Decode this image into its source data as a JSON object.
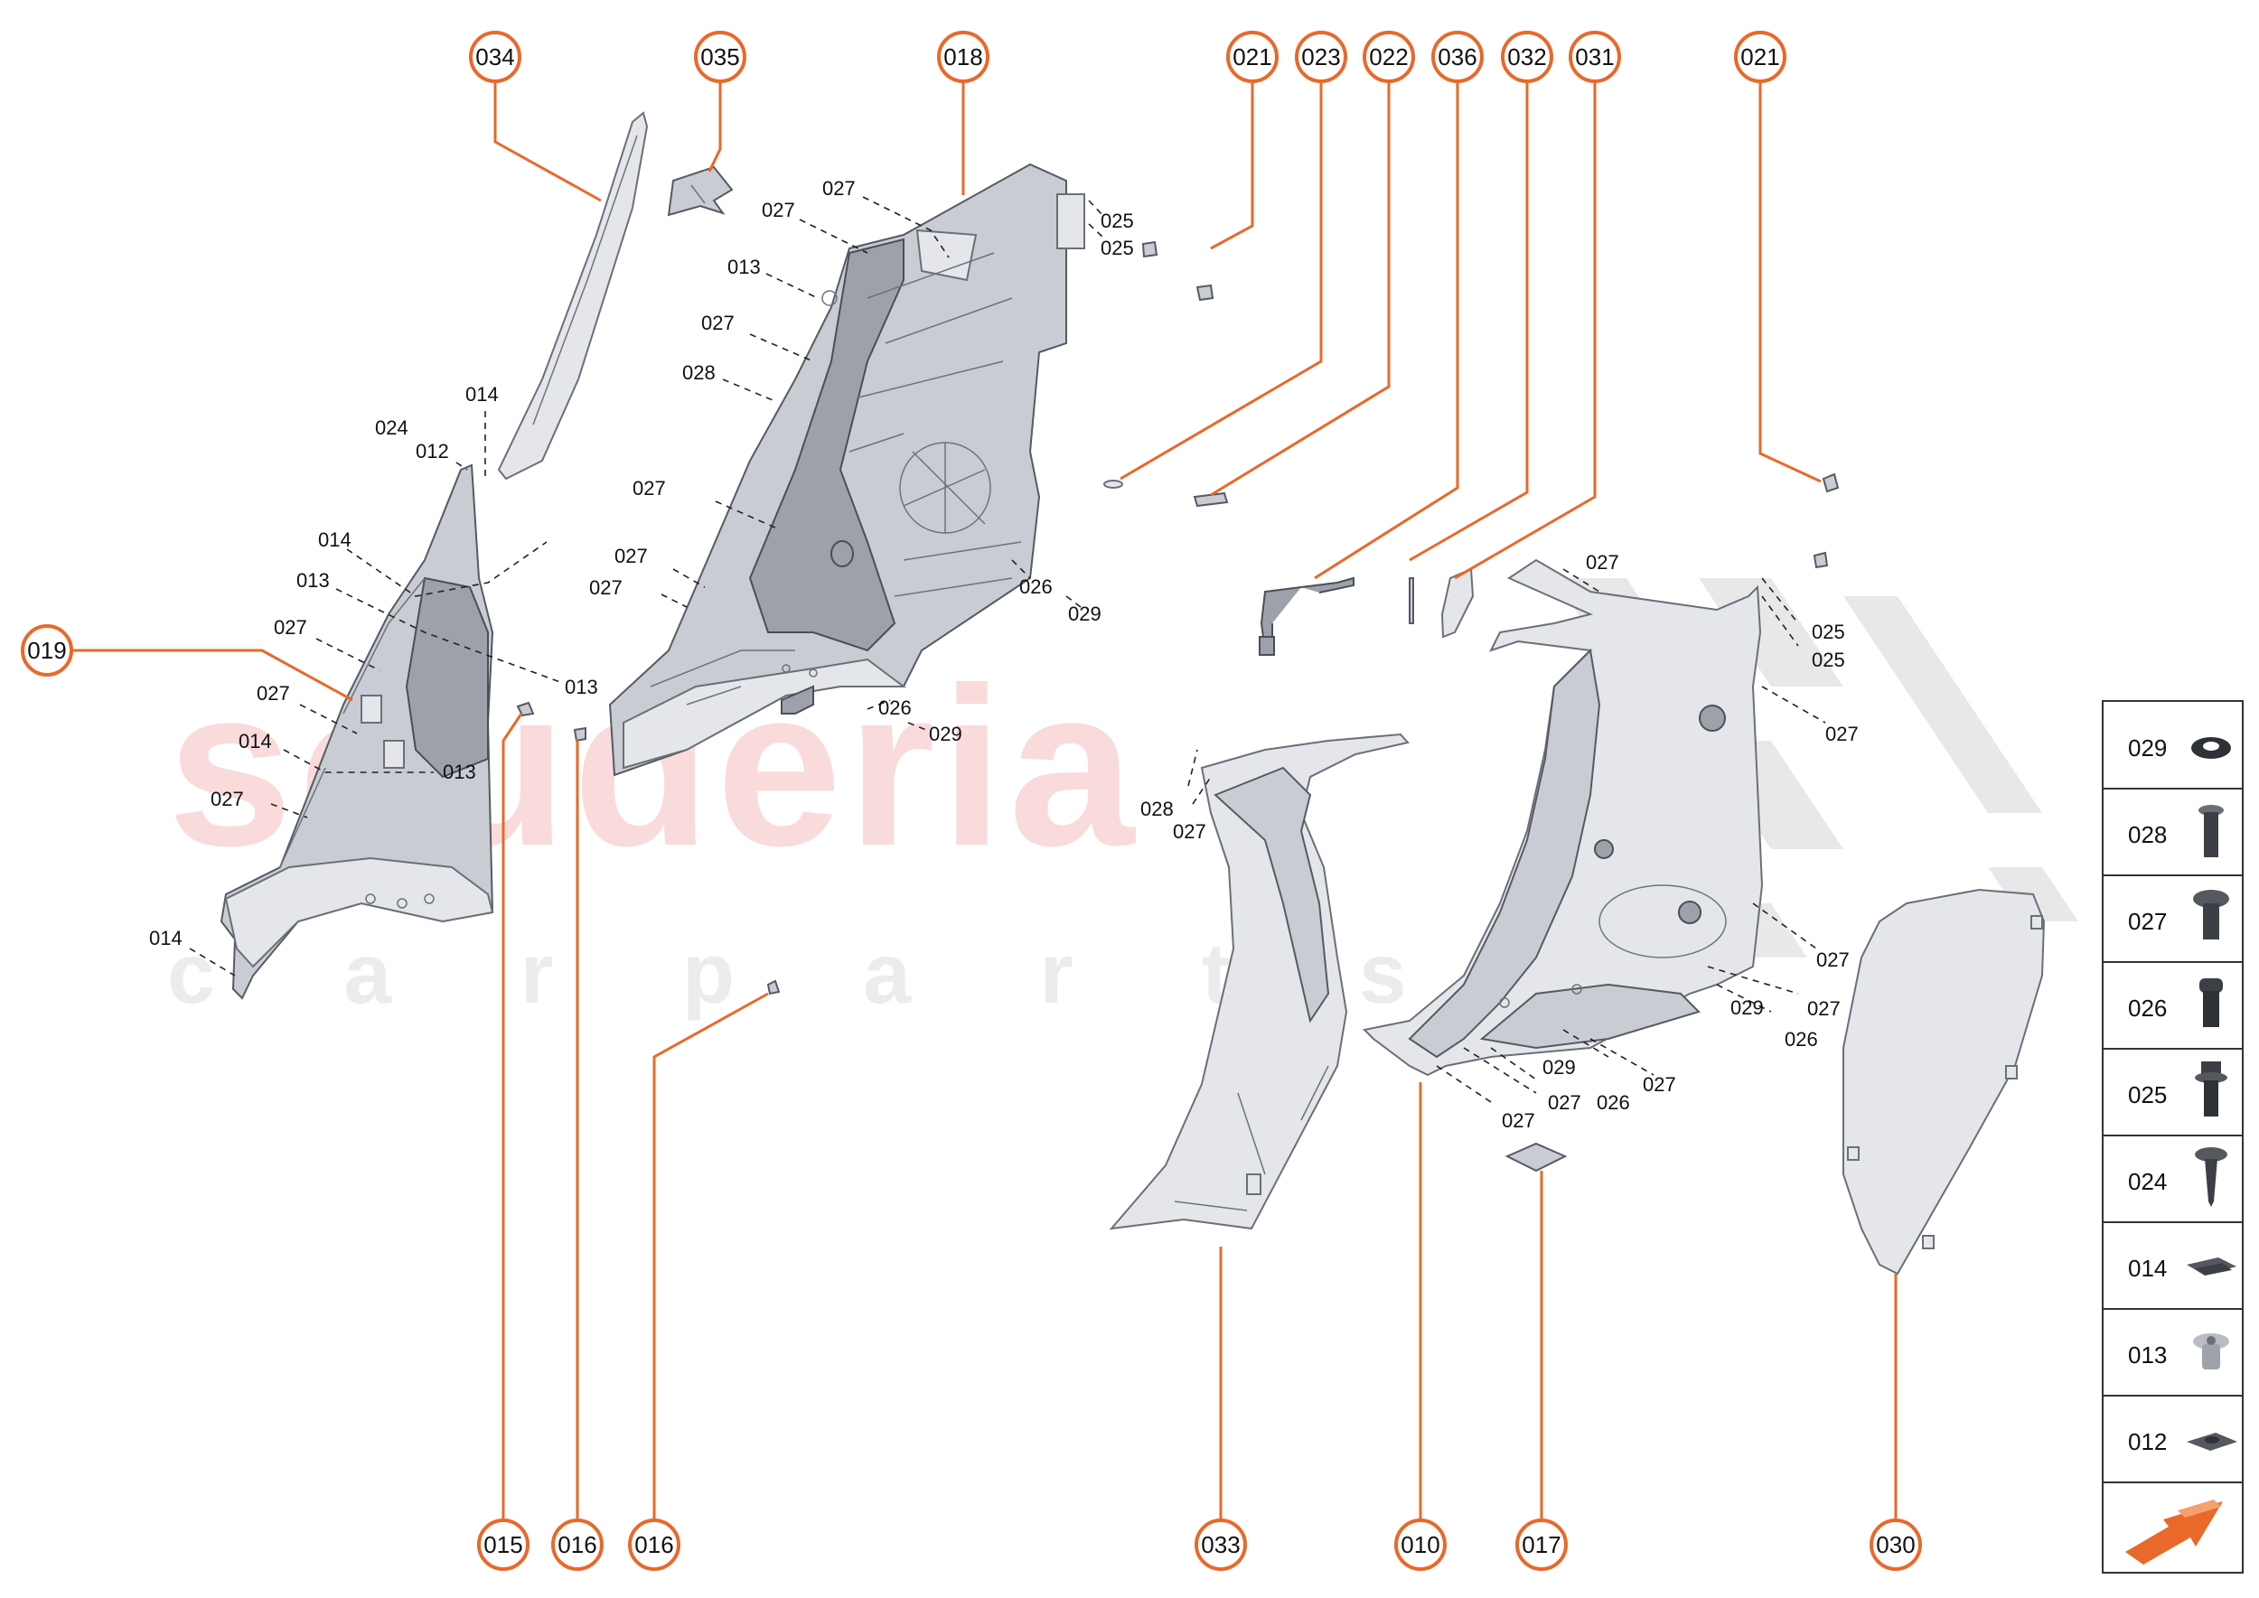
{
  "watermark": {
    "brand": "scuderia",
    "sub": "c a r p a r t s"
  },
  "callouts": {
    "c034": "034",
    "c035": "035",
    "c018": "018",
    "c021a": "021",
    "c023": "023",
    "c022": "022",
    "c036": "036",
    "c032": "032",
    "c031": "031",
    "c021b": "021",
    "c019": "019",
    "c015": "015",
    "c016a": "016",
    "c016b": "016",
    "c033": "033",
    "c010": "010",
    "c017": "017",
    "c030": "030"
  },
  "labels": {
    "l1": "027",
    "l2": "027",
    "l3": "013",
    "l4": "027",
    "l5": "028",
    "l6": "027",
    "l7": "027",
    "l8": "027",
    "l9": "026",
    "l10": "029",
    "l11": "026",
    "l12": "029",
    "l13": "025",
    "l14": "025",
    "l15": "014",
    "l16": "024",
    "l17": "012",
    "l18": "014",
    "l19": "013",
    "l20": "027",
    "l21": "027",
    "l22": "014",
    "l23": "027",
    "l24": "014",
    "l25": "013",
    "l26": "013",
    "l27": "027",
    "l28": "025",
    "l29": "025",
    "l30": "027",
    "l31": "028",
    "l32": "027",
    "l33": "027",
    "l34": "027",
    "l35": "029",
    "l36": "026",
    "l37": "029",
    "l38": "027",
    "l39": "027",
    "l40": "026",
    "l41": "027"
  },
  "legend": [
    {
      "code": "029",
      "icon": "washer-icon"
    },
    {
      "code": "028",
      "icon": "screw-028-icon"
    },
    {
      "code": "027",
      "icon": "screw-027-icon"
    },
    {
      "code": "026",
      "icon": "screw-026-icon"
    },
    {
      "code": "025",
      "icon": "flange-bolt-icon"
    },
    {
      "code": "024",
      "icon": "tapping-screw-icon"
    },
    {
      "code": "014",
      "icon": "clip-nut-icon"
    },
    {
      "code": "013",
      "icon": "push-clip-icon"
    },
    {
      "code": "012",
      "icon": "speed-nut-icon"
    }
  ],
  "colors": {
    "accent": "#e8692a",
    "watermark": "#f6c9c9"
  }
}
